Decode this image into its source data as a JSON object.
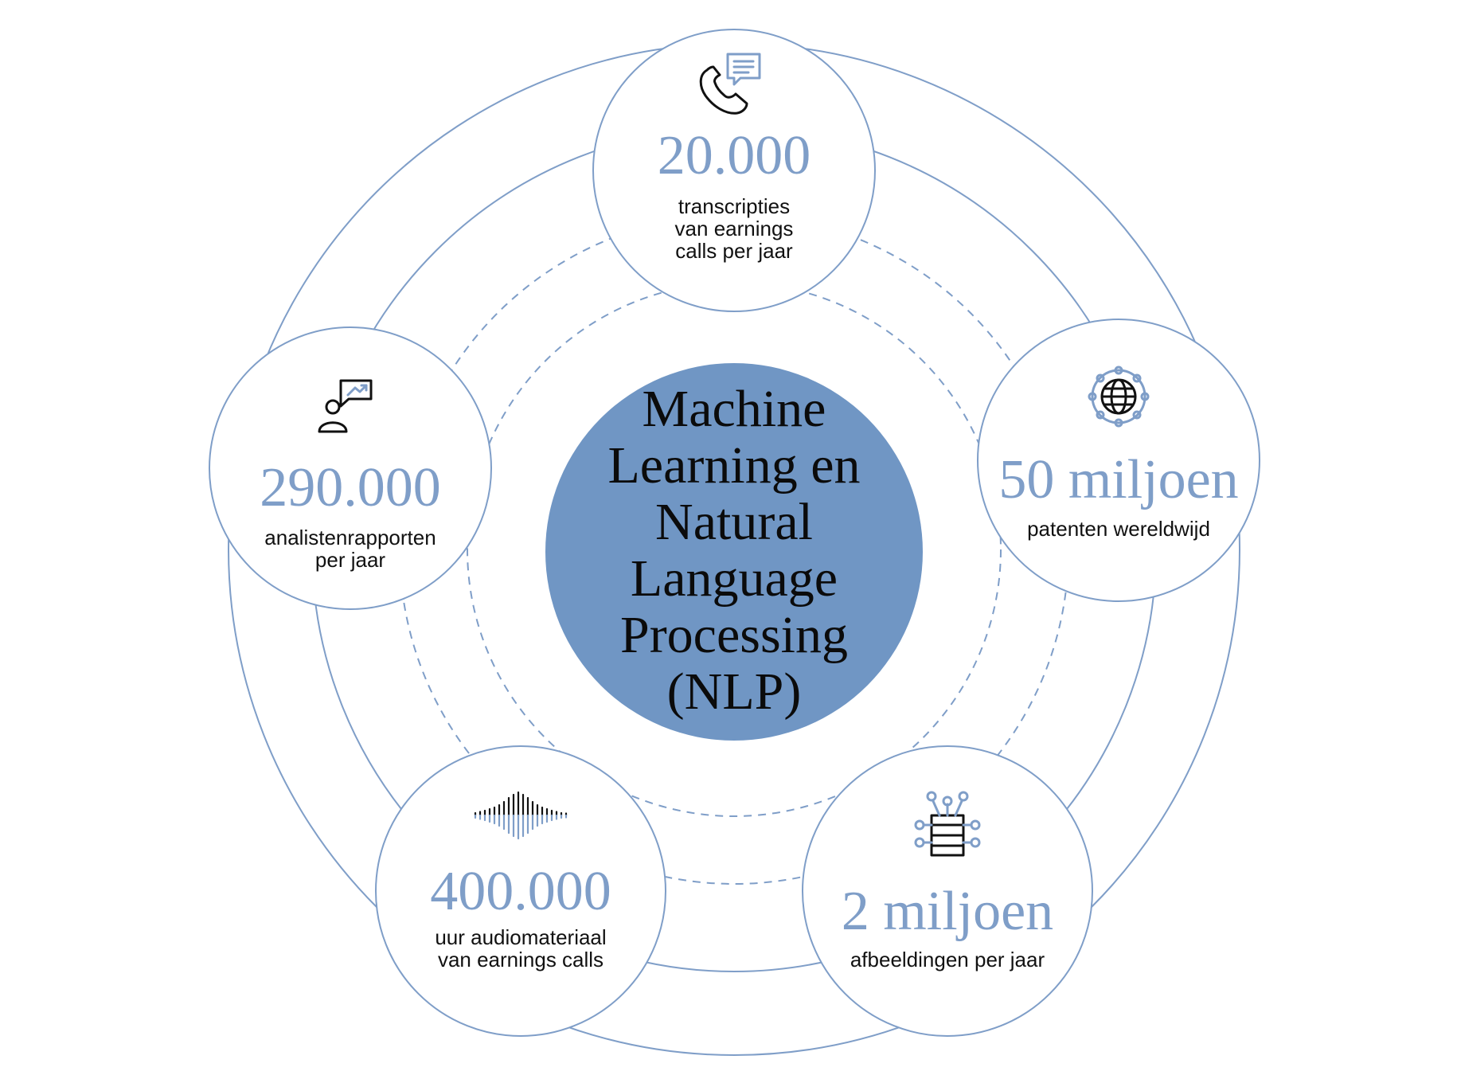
{
  "center": {
    "lines": [
      "Machine",
      "Learning en",
      "Natural",
      "Language",
      "Processing",
      "(NLP)"
    ]
  },
  "nodes": [
    {
      "id": "top",
      "icon": "phone-message-icon",
      "value": "20.000",
      "description": [
        "transcripties",
        "van earnings",
        "calls per jaar"
      ]
    },
    {
      "id": "right",
      "icon": "globe-network-icon",
      "value": "50 miljoen",
      "description": [
        "patenten wereldwijd"
      ]
    },
    {
      "id": "bottom-right",
      "icon": "server-network-icon",
      "value": "2 miljoen",
      "description": [
        "afbeeldingen per jaar"
      ]
    },
    {
      "id": "bottom-left",
      "icon": "audio-wave-icon",
      "value": "400.000",
      "description": [
        "uur audiomateriaal",
        "van earnings calls"
      ]
    },
    {
      "id": "left",
      "icon": "analyst-chart-icon",
      "value": "290.000",
      "description": [
        "analistenrapporten",
        "per jaar"
      ]
    }
  ],
  "colors": {
    "accent": "#7f9ec8",
    "center_fill": "#7096c4",
    "text": "#111111"
  }
}
